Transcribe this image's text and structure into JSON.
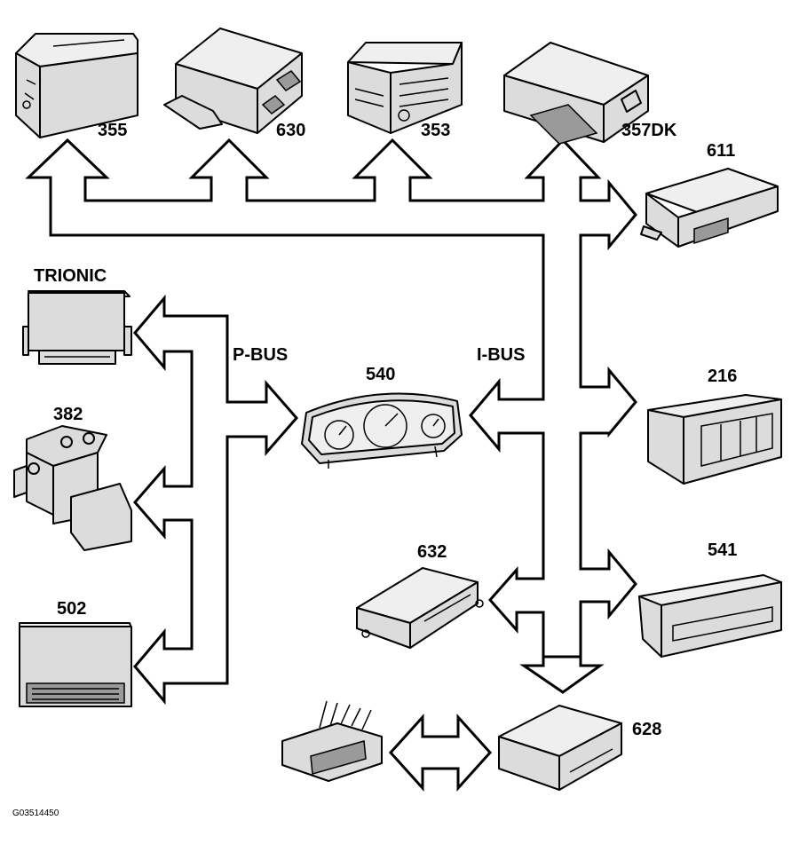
{
  "labels": {
    "m355": "355",
    "m630": "630",
    "m353": "353",
    "m357dk": "357DK",
    "m611": "611",
    "trionic": "TRIONIC",
    "pbus": "P-BUS",
    "m540": "540",
    "ibus": "I-BUS",
    "m216": "216",
    "m382": "382",
    "m632": "632",
    "m541": "541",
    "m502": "502",
    "m628": "628"
  },
  "figure_ref": "G03514450"
}
